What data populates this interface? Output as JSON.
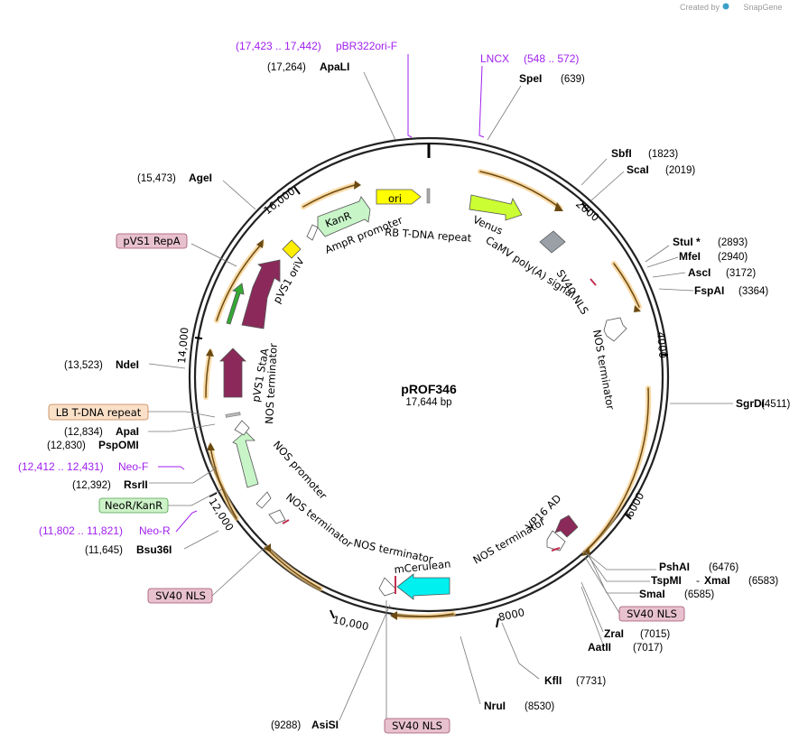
{
  "credit": {
    "prefix": "Created by",
    "brand": "SnapGene"
  },
  "plasmid": {
    "name": "pROF346",
    "size": "17,644 bp"
  },
  "ticks": [
    "2000",
    "4000",
    "6000",
    "8000",
    "10,000",
    "12,000",
    "14,000",
    "16,000"
  ],
  "enzymes": [
    {
      "name": "ApaLI",
      "pos": "(17,264)"
    },
    {
      "name": "SpeI",
      "pos": "(639)"
    },
    {
      "name": "SbfI",
      "pos": "(1823)"
    },
    {
      "name": "ScaI",
      "pos": "(2019)"
    },
    {
      "name": "StuI *",
      "pos": "(2893)"
    },
    {
      "name": "MfeI",
      "pos": "(2940)"
    },
    {
      "name": "AscI",
      "pos": "(3172)"
    },
    {
      "name": "FspAI",
      "pos": "(3364)"
    },
    {
      "name": "SgrDI",
      "pos": "(4511)"
    },
    {
      "name": "PshAI",
      "pos": "(6476)"
    },
    {
      "name": "TspMI",
      "pos": "(6583)"
    },
    {
      "name": "XmaI",
      "pos": ""
    },
    {
      "name": "SmaI",
      "pos": "(6585)"
    },
    {
      "name": "ZraI",
      "pos": "(7015)"
    },
    {
      "name": "AatII",
      "pos": "(7017)"
    },
    {
      "name": "KflI",
      "pos": "(7731)"
    },
    {
      "name": "NruI",
      "pos": "(8530)"
    },
    {
      "name": "AsiSI",
      "pos": "(9288)"
    },
    {
      "name": "Bsu36I",
      "pos": "(11,645)"
    },
    {
      "name": "RsrII",
      "pos": "(12,392)"
    },
    {
      "name": "PspOMI",
      "pos": "(12,830)"
    },
    {
      "name": "ApaI",
      "pos": "(12,834)"
    },
    {
      "name": "NdeI",
      "pos": "(13,523)"
    },
    {
      "name": "AgeI",
      "pos": "(15,473)"
    }
  ],
  "primers": [
    {
      "name": "pBR322ori-F",
      "range": "(17,423 .. 17,442)"
    },
    {
      "name": "LNCX",
      "range": "(548 .. 572)"
    },
    {
      "name": "Neo-F",
      "range": "(12,412 .. 12,431)"
    },
    {
      "name": "Neo-R",
      "range": "(11,802 .. 11,821)"
    }
  ],
  "boxes": [
    {
      "text": "pVS1 RepA",
      "color": "#e8c1cf"
    },
    {
      "text": "LB T-DNA repeat",
      "color": "#fbe0c8"
    },
    {
      "text": "NeoR/KanR",
      "color": "#cdf2c8"
    },
    {
      "text": "SV40 NLS",
      "color": "#e8c1cf"
    }
  ],
  "features": [
    "ori",
    "KanR",
    "AmpR promoter",
    "RB T-DNA repeat",
    "Venus",
    "CaMV poly(A) signal",
    "SV40 NLS",
    "NOS terminator",
    "pVS1 oriV",
    "pVS1 StaA",
    "VP16 AD",
    "mCerulean",
    "NOS promoter"
  ]
}
